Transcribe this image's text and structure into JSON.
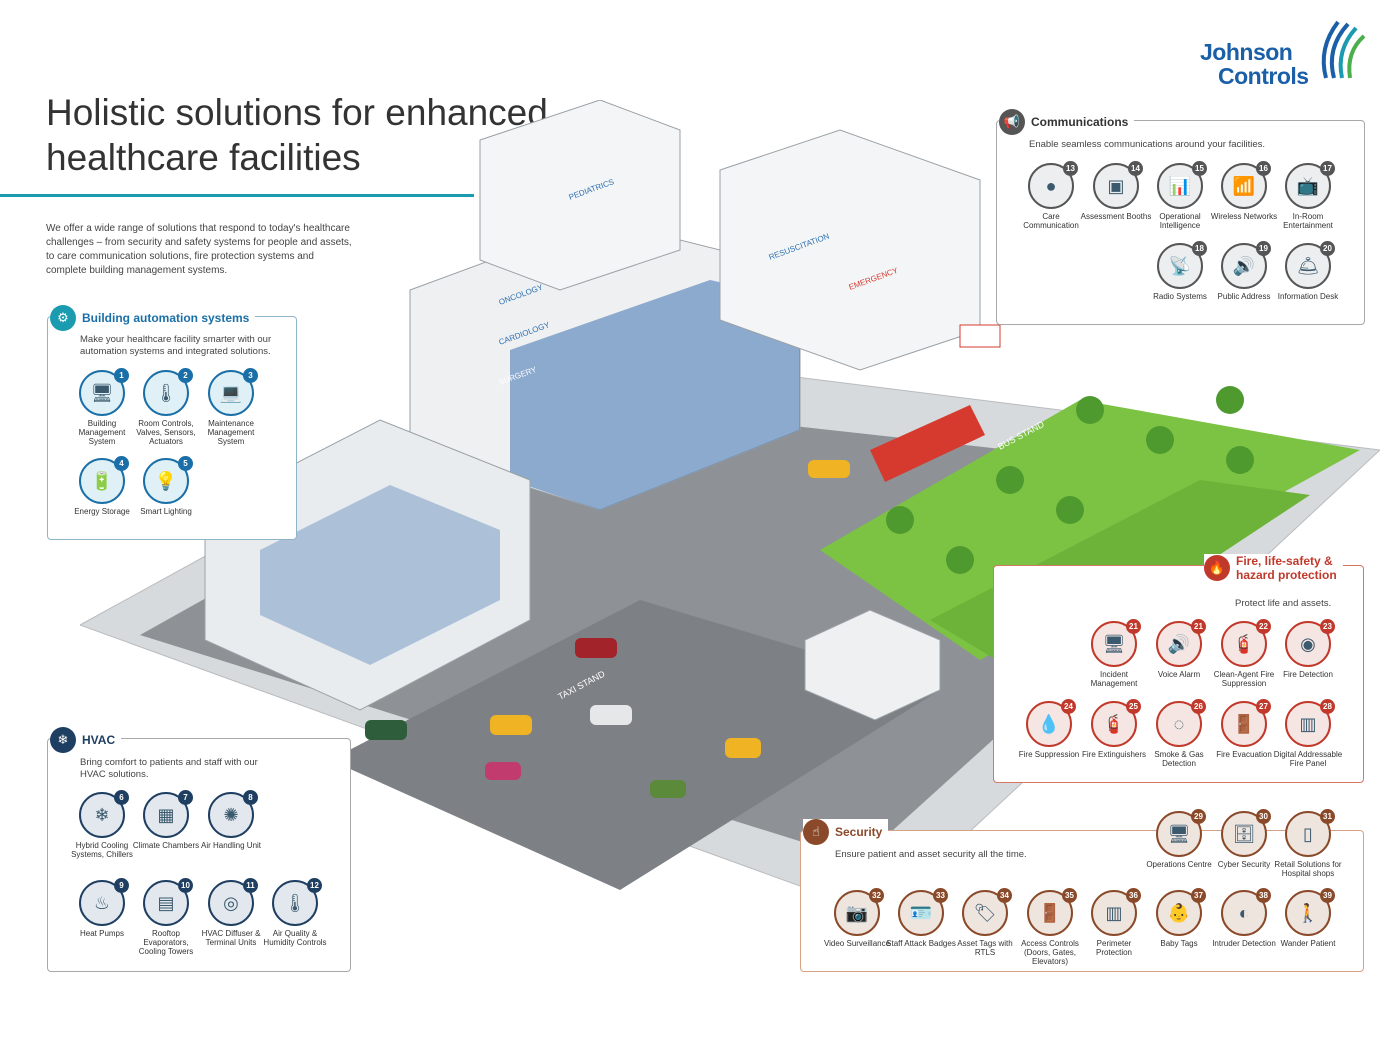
{
  "logo": {
    "line1": "Johnson",
    "line2": "Controls"
  },
  "header": {
    "title_line1": "Holistic solutions for enhanced",
    "title_line2": "healthcare facilities",
    "intro": "We offer a wide range of solutions that respond to today's healthcare challenges – from security and safety systems for people and assets, to care communication solutions, fire protection systems and complete building management systems."
  },
  "colors": {
    "blue": "#1a5fa8",
    "teal": "#1a9bb0",
    "red": "#c0392b",
    "brown": "#8a4a2a",
    "grey": "#555555",
    "navy": "#1f3f62"
  },
  "bas": {
    "title": "Building automation systems",
    "subtitle": "Make your healthcare facility smarter with our automation systems and integrated solutions.",
    "icon": "gear-icon",
    "items": [
      {
        "num": "1",
        "label": "Building Management System",
        "icon": "monitor-icon"
      },
      {
        "num": "2",
        "label": "Room Controls, Valves, Sensors, Actuators",
        "icon": "sensor-icon"
      },
      {
        "num": "3",
        "label": "Maintenance Management System",
        "icon": "laptop-icon"
      },
      {
        "num": "4",
        "label": "Energy Storage",
        "icon": "battery-icon"
      },
      {
        "num": "5",
        "label": "Smart Lighting",
        "icon": "lamp-icon"
      }
    ]
  },
  "hvac": {
    "title": "HVAC",
    "subtitle": "Bring comfort to patients and staff with our HVAC solutions.",
    "icon": "snowflake-icon",
    "items": [
      {
        "num": "6",
        "label": "Hybrid Cooling Systems, Chillers",
        "icon": "chiller-icon"
      },
      {
        "num": "7",
        "label": "Climate Chambers",
        "icon": "chamber-icon"
      },
      {
        "num": "8",
        "label": "Air Handling Unit",
        "icon": "fan-icon"
      },
      {
        "num": "9",
        "label": "Heat Pumps",
        "icon": "heat-pump-icon"
      },
      {
        "num": "10",
        "label": "Rooftop Evaporators, Cooling Towers",
        "icon": "cooling-tower-icon"
      },
      {
        "num": "11",
        "label": "HVAC Diffuser & Terminal Units",
        "icon": "diffuser-icon"
      },
      {
        "num": "12",
        "label": "Air Quality & Humidity Controls",
        "icon": "thermostat-icon"
      }
    ]
  },
  "comms": {
    "title": "Communications",
    "subtitle": "Enable seamless communications around your facilities.",
    "icon": "megaphone-icon",
    "items": [
      {
        "num": "13",
        "label": "Care Communication",
        "icon": "call-button-icon"
      },
      {
        "num": "14",
        "label": "Assessment Booths",
        "icon": "booth-icon"
      },
      {
        "num": "15",
        "label": "Operational Intelligence",
        "icon": "dashboard-icon"
      },
      {
        "num": "16",
        "label": "Wireless Networks",
        "icon": "wifi-icon"
      },
      {
        "num": "17",
        "label": "In-Room Entertainment",
        "icon": "tv-icon"
      },
      {
        "num": "18",
        "label": "Radio Systems",
        "icon": "antenna-icon"
      },
      {
        "num": "19",
        "label": "Public Address",
        "icon": "speaker-icon"
      },
      {
        "num": "20",
        "label": "Information Desk",
        "icon": "desk-icon"
      }
    ]
  },
  "fire": {
    "title_line1": "Fire, life-safety &",
    "title_line2": "hazard protection",
    "subtitle": "Protect life and assets.",
    "icon": "flame-icon",
    "items": [
      {
        "num": "21",
        "label": "Incident Management",
        "icon": "monitor-icon"
      },
      {
        "num": "21",
        "label": "Voice Alarm",
        "icon": "speaker-icon"
      },
      {
        "num": "22",
        "label": "Clean-Agent Fire Suppression",
        "icon": "cylinder-icon"
      },
      {
        "num": "23",
        "label": "Fire Detection",
        "icon": "detector-icon"
      },
      {
        "num": "24",
        "label": "Fire Suppression",
        "icon": "sprinkler-icon"
      },
      {
        "num": "25",
        "label": "Fire Extinguishers",
        "icon": "extinguisher-icon"
      },
      {
        "num": "26",
        "label": "Smoke & Gas Detection",
        "icon": "smoke-detector-icon"
      },
      {
        "num": "27",
        "label": "Fire Evacuation",
        "icon": "exit-sign-icon"
      },
      {
        "num": "28",
        "label": "Digital Addressable Fire Panel",
        "icon": "fire-panel-icon"
      }
    ]
  },
  "security": {
    "title": "Security",
    "subtitle": "Ensure patient and asset security all the time.",
    "icon": "fingerprint-icon",
    "items": [
      {
        "num": "29",
        "label": "Operations Centre",
        "icon": "monitor-icon"
      },
      {
        "num": "30",
        "label": "Cyber Security",
        "icon": "server-icon"
      },
      {
        "num": "31",
        "label": "Retail Solutions for Hospital shops",
        "icon": "gate-icon"
      },
      {
        "num": "32",
        "label": "Video Surveillance",
        "icon": "camera-icon"
      },
      {
        "num": "33",
        "label": "Staff Attack Badges",
        "icon": "badge-icon"
      },
      {
        "num": "34",
        "label": "Asset Tags with RTLS",
        "icon": "tag-icon"
      },
      {
        "num": "35",
        "label": "Access Controls (Doors, Gates, Elevators)",
        "icon": "door-icon"
      },
      {
        "num": "36",
        "label": "Perimeter Protection",
        "icon": "fence-icon"
      },
      {
        "num": "37",
        "label": "Baby Tags",
        "icon": "baby-icon"
      },
      {
        "num": "38",
        "label": "Intruder Detection",
        "icon": "motion-sensor-icon"
      },
      {
        "num": "39",
        "label": "Wander Patient",
        "icon": "patient-icon"
      }
    ]
  },
  "scene": {
    "departments": [
      "PEDIATRICS",
      "ONCOLOGY",
      "CARDIOLOGY",
      "SURGERY",
      "RESUSCITATION",
      "EMERGENCY"
    ],
    "bus_stand": "BUS STAND",
    "taxi_stand": "TAXI STAND"
  }
}
